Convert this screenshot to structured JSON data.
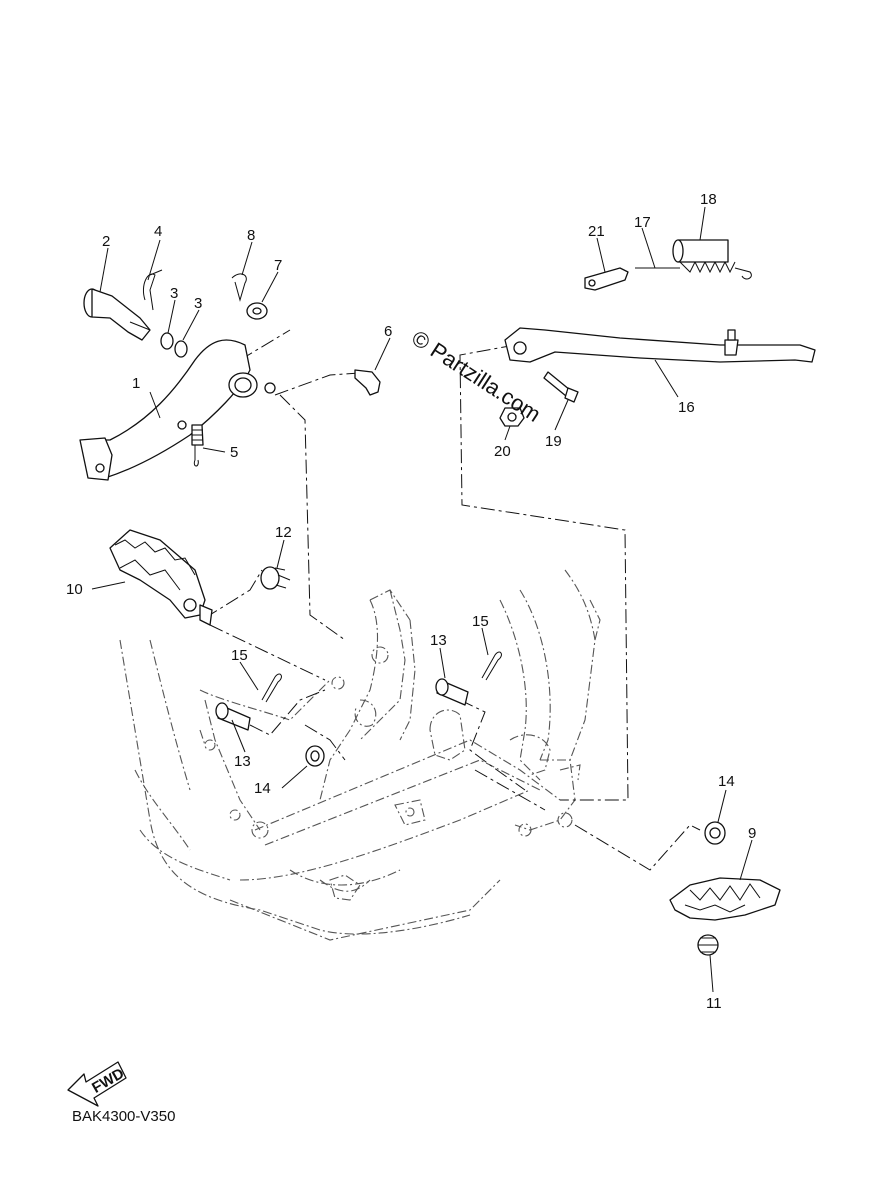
{
  "watermark": "© Partzilla.com",
  "diagram_code": "BAK4300-V350",
  "fwd_label": "FWD",
  "callouts": [
    {
      "id": "c-1",
      "text": "1"
    },
    {
      "id": "c-2",
      "text": "2"
    },
    {
      "id": "c-3a",
      "text": "3"
    },
    {
      "id": "c-3b",
      "text": "3"
    },
    {
      "id": "c-4",
      "text": "4"
    },
    {
      "id": "c-5",
      "text": "5"
    },
    {
      "id": "c-6",
      "text": "6"
    },
    {
      "id": "c-7",
      "text": "7"
    },
    {
      "id": "c-8",
      "text": "8"
    },
    {
      "id": "c-9",
      "text": "9"
    },
    {
      "id": "c-10",
      "text": "10"
    },
    {
      "id": "c-11",
      "text": "11"
    },
    {
      "id": "c-12",
      "text": "12"
    },
    {
      "id": "c-13a",
      "text": "13"
    },
    {
      "id": "c-13b",
      "text": "13"
    },
    {
      "id": "c-14a",
      "text": "14"
    },
    {
      "id": "c-14b",
      "text": "14"
    },
    {
      "id": "c-15a",
      "text": "15"
    },
    {
      "id": "c-15b",
      "text": "15"
    },
    {
      "id": "c-16",
      "text": "16"
    },
    {
      "id": "c-17",
      "text": "17"
    },
    {
      "id": "c-18",
      "text": "18"
    },
    {
      "id": "c-19",
      "text": "19"
    },
    {
      "id": "c-20",
      "text": "20"
    },
    {
      "id": "c-21",
      "text": "21"
    }
  ]
}
